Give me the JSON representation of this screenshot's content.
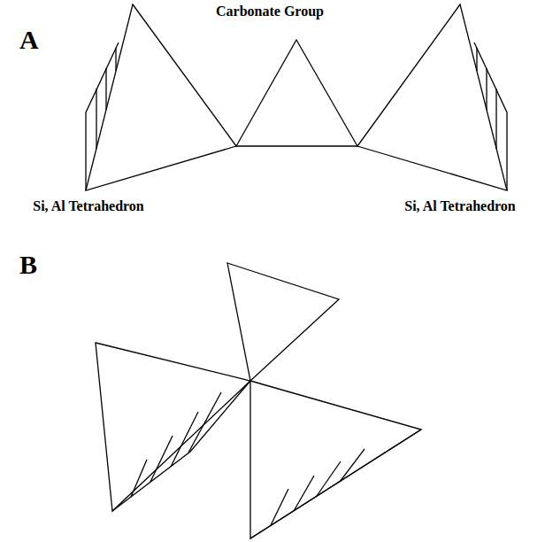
{
  "diagram": {
    "labels": [
      "A",
      "Carbonate Group",
      "Si, Al Tetrahedron",
      "Si, Al Tetrahedron",
      "B"
    ]
  }
}
